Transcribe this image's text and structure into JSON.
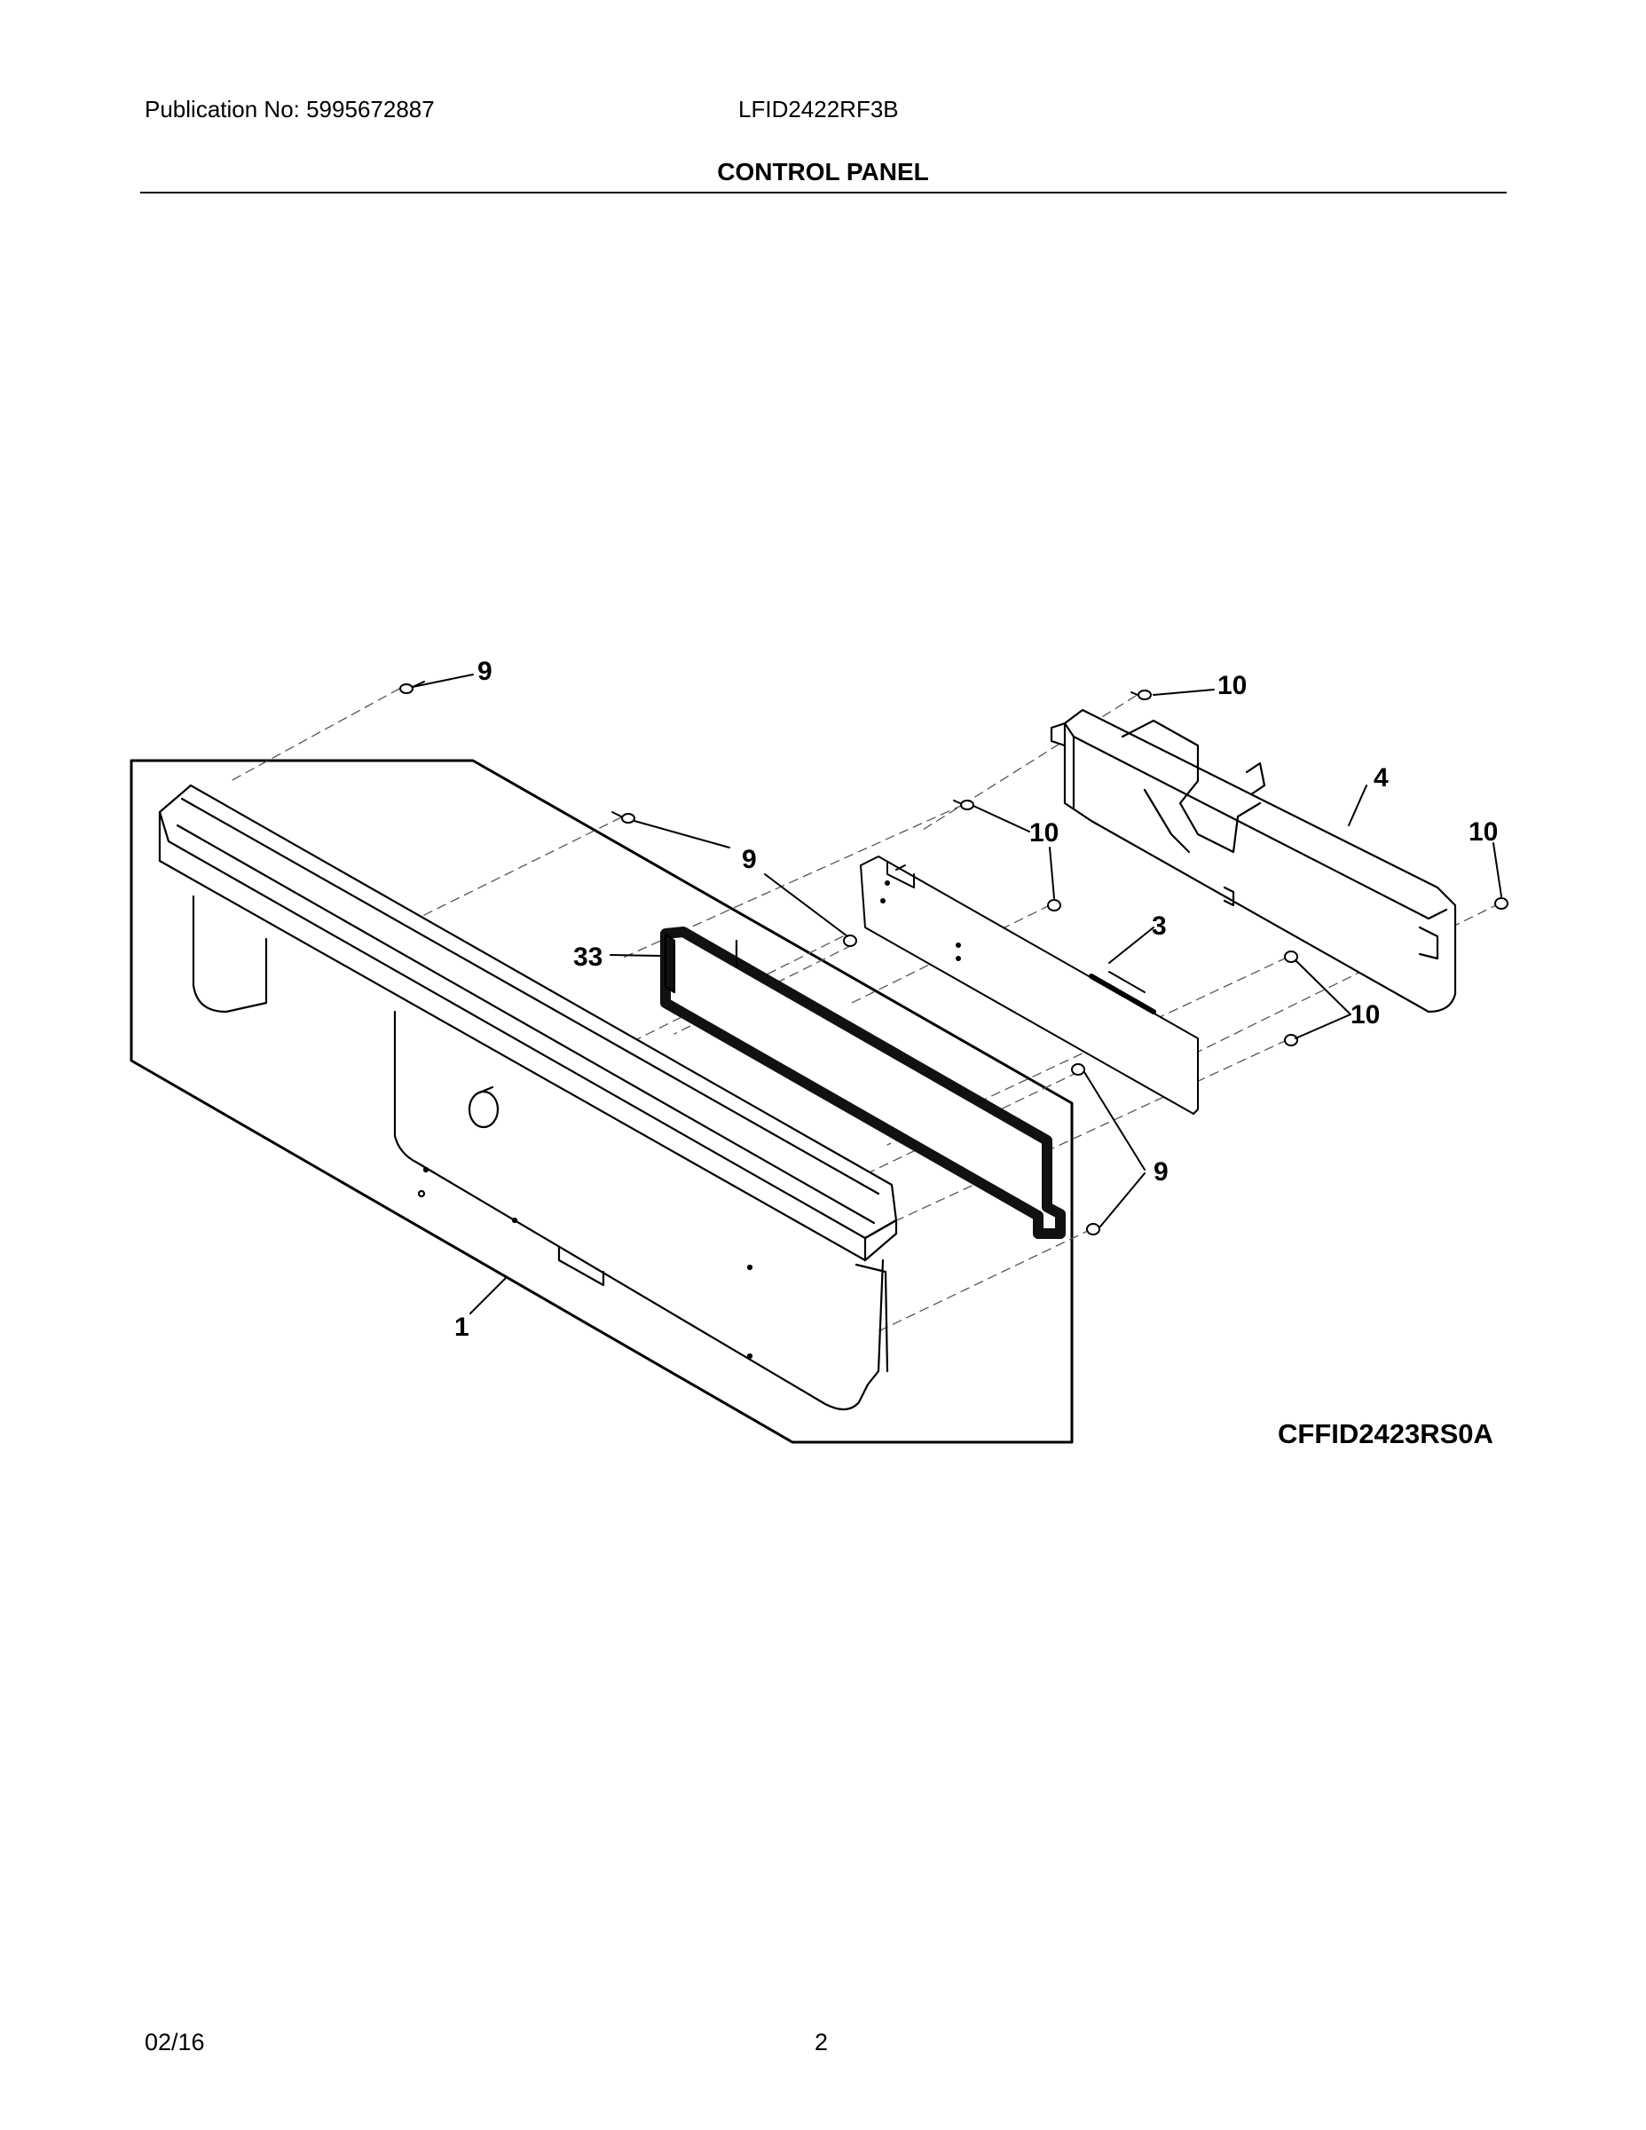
{
  "header": {
    "publication": "Publication No:  5995672887",
    "model": "LFID2422RF3B",
    "title": "CONTROL PANEL"
  },
  "diagram": {
    "callouts": {
      "c1": "1",
      "c3": "3",
      "c4": "4",
      "c9a": "9",
      "c9b": "9",
      "c9c": "9",
      "c10a": "10",
      "c10b": "10",
      "c10c": "10",
      "c10d": "10",
      "c33": "33"
    },
    "drawing_code": "CFFID2423RS0A"
  },
  "footer": {
    "date": "02/16",
    "page": "2"
  }
}
